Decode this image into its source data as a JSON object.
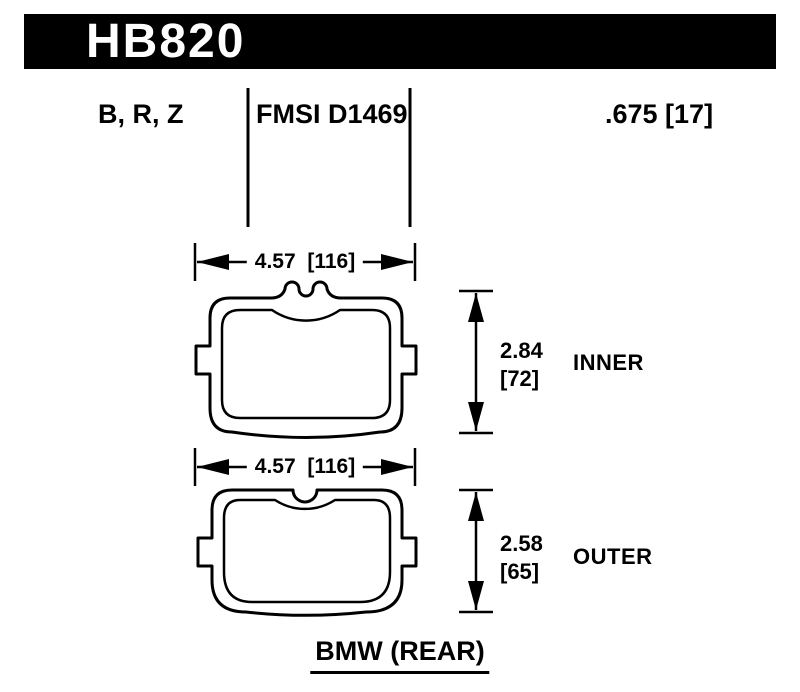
{
  "header": {
    "part_number": "HB820"
  },
  "spec": {
    "compounds": "B, R, Z",
    "fmsi": "FMSI D1469",
    "thickness": ".675 [17]"
  },
  "dims": {
    "inner_width": "4.57  [116]",
    "inner_height_in": "2.84",
    "inner_height_mm": "[72]",
    "inner_label": "INNER",
    "outer_width": "4.57  [116]",
    "outer_height_in": "2.58",
    "outer_height_mm": "[65]",
    "outer_label": "OUTER"
  },
  "footer": {
    "vehicle": "BMW (REAR)"
  },
  "colors": {
    "ink": "#000000",
    "paper": "#ffffff",
    "header_bg": "#000000",
    "header_text": "#ffffff"
  }
}
